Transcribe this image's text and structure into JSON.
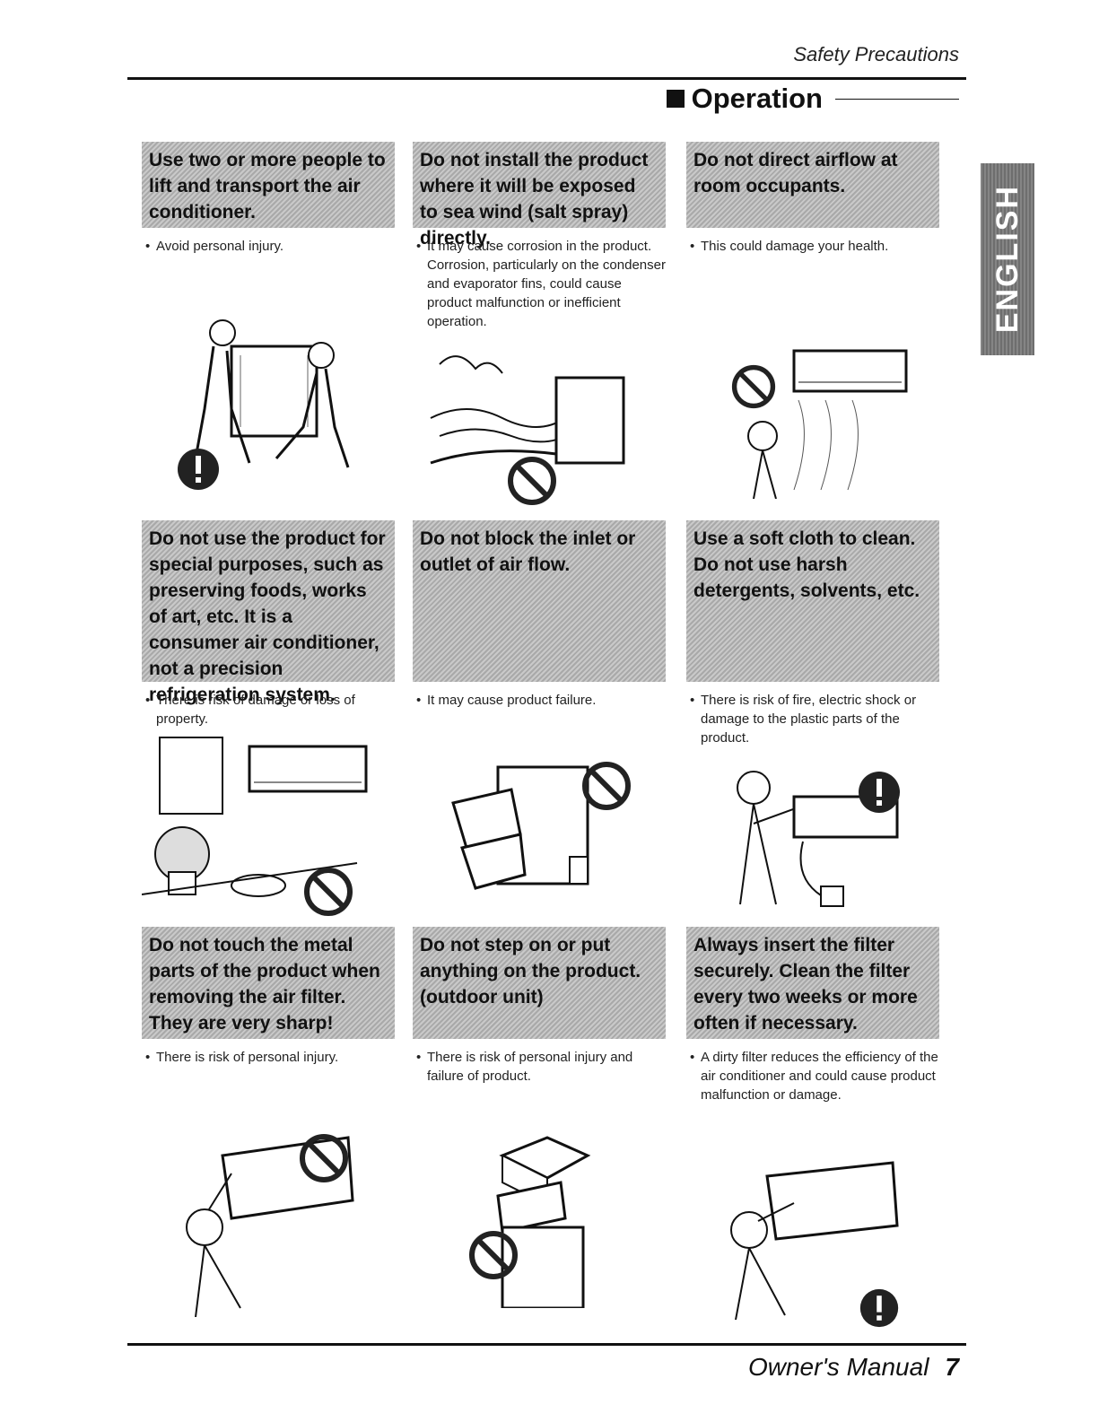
{
  "header": {
    "title": "Safety Precautions",
    "section": "Operation"
  },
  "language_tab": "ENGLISH",
  "cards": [
    {
      "heading": "Use two or more people to lift and transport the air conditioner.",
      "bullet": "Avoid personal injury.",
      "sign": "warning"
    },
    {
      "heading": "Do not install the product where it will be exposed to sea wind (salt spray) directly.",
      "bullet": "It may cause corrosion in the product. Corrosion, particularly on the condenser and evaporator fins, could cause product malfunction or inefficient operation.",
      "sign": "prohibited"
    },
    {
      "heading": "Do not direct airflow at room occupants.",
      "bullet": "This could damage your health.",
      "sign": "prohibited"
    },
    {
      "heading": "Do not use the product for special purposes, such as preserving foods, works of art, etc. It is a consumer air conditioner, not a precision refrigeration system.",
      "bullet": "There is risk of damage or loss of property.",
      "sign": "prohibited"
    },
    {
      "heading": "Do not block the inlet or outlet of air flow.",
      "bullet": "It may cause product failure.",
      "sign": "prohibited"
    },
    {
      "heading": "Use a soft cloth to clean. Do not use harsh detergents, solvents, etc.",
      "bullet": "There is risk of fire, electric shock or damage to the plastic parts of the product.",
      "sign": "warning"
    },
    {
      "heading": "Do not touch the metal parts of the product when removing the air filter. They are very sharp!",
      "bullet": "There is risk of personal injury.",
      "sign": "prohibited"
    },
    {
      "heading": "Do not step on or put anything on the product. (outdoor unit)",
      "bullet": "There is risk of personal injury and failure of product.",
      "sign": "prohibited"
    },
    {
      "heading": "Always insert the filter securely. Clean the filter every two weeks or more often if necessary.",
      "bullet": "A dirty filter reduces the efficiency of the air conditioner and could cause product malfunction or damage.",
      "sign": "warning"
    }
  ],
  "footer": {
    "manual": "Owner's Manual",
    "page": "7"
  }
}
